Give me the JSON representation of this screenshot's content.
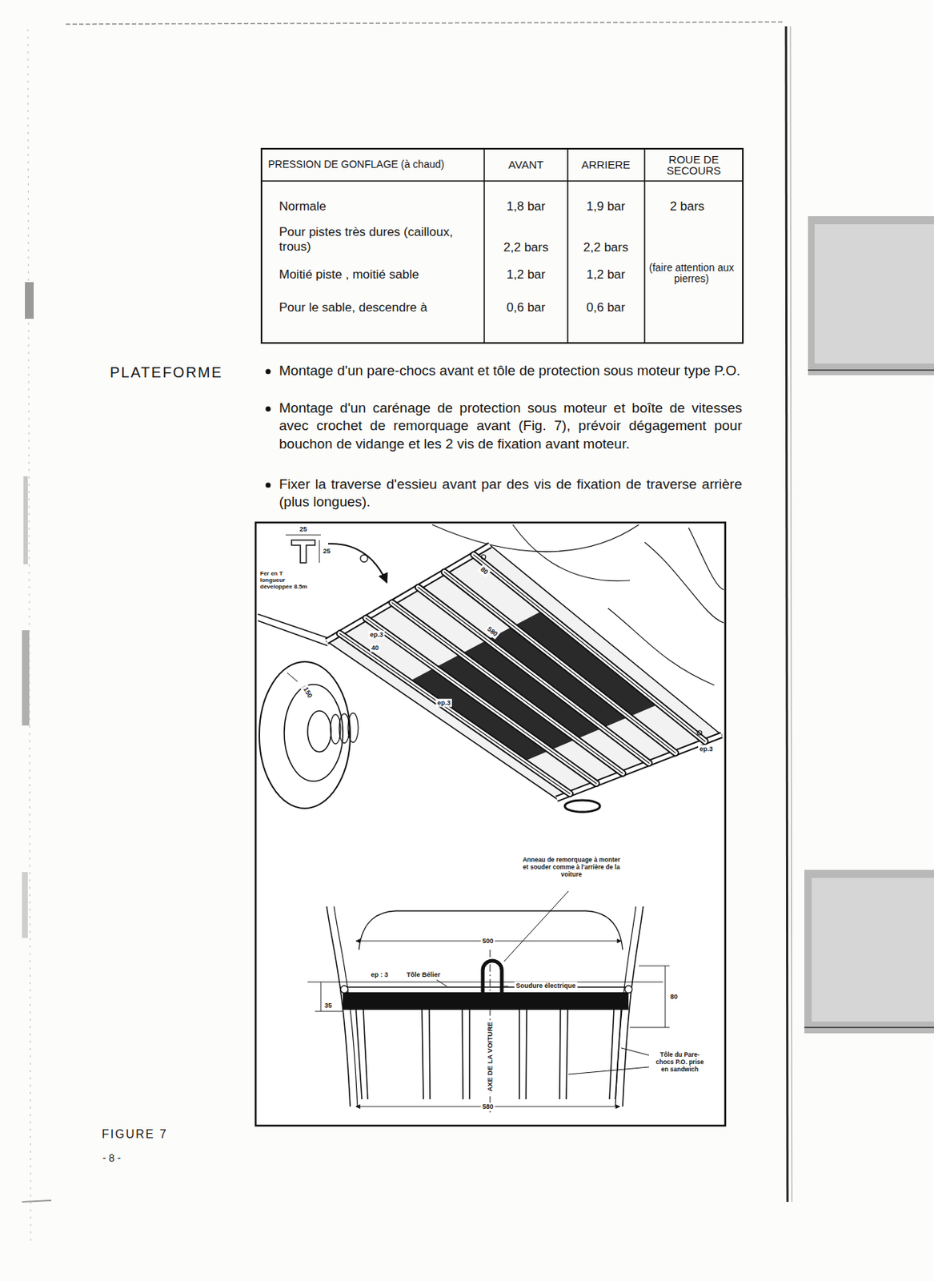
{
  "diagram": {
    "caption": "FIGURE 7",
    "labels": [
      "PRESSION DE GONFLAGE (à chaud)",
      "AVANT",
      "ARRIERE",
      "ROUE DE SECOURS",
      "Normale",
      "1,8 bar",
      "1,9 bar",
      "2 bars",
      "Pour pistes très dures (cailloux, trous)",
      "2,2 bars",
      "2,2 bars",
      "Moitié piste , moitié sable",
      "1,2 bar",
      "1,2 bar",
      "(faire attention aux pierres)",
      "Pour le sable, descendre à",
      "0,6 bar",
      "0,6 bar",
      "PLATEFORME",
      "Montage d'un pare-chocs avant et tôle de protection sous moteur type P.O.",
      "Montage d'un carénage de protection sous moteur et boîte de vitesses avec crochet de remorquage avant (Fig. 7), prévoir dégagement pour bouchon de vidange et les 2 vis de fixation avant moteur.",
      "Fixer la traverse d'essieu avant par des vis de fixation de traverse arrière (plus longues).",
      "25",
      "25",
      "Fer en T longueur développée 8.5m",
      "80",
      "580",
      "ep.3",
      "40",
      "150",
      "ep.3",
      "ep.3",
      "Anneau de remorquage à monter et souder comme à l'arrière de la voiture",
      "500",
      "ep : 3",
      "Tôle Bélier",
      "Soudure électrique",
      "35",
      "80",
      "AXE DE LA VOITURE",
      "Tôle du Pare-chocs P.O. prise en sandwich",
      "580",
      "- 8 -"
    ]
  }
}
